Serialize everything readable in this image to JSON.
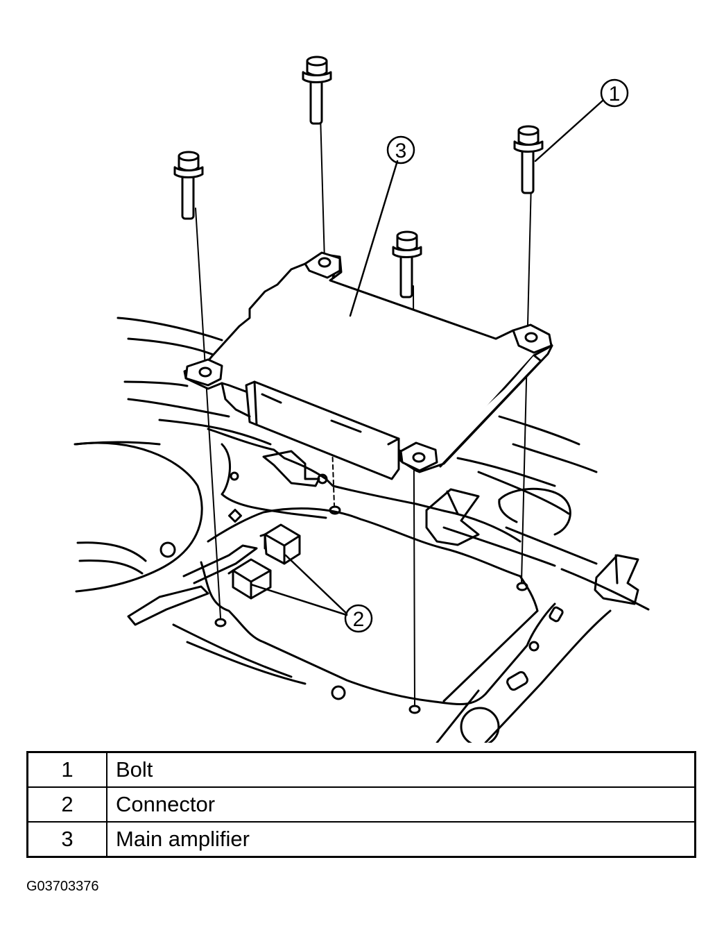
{
  "callouts": [
    {
      "number": "1"
    },
    {
      "number": "2"
    },
    {
      "number": "3"
    }
  ],
  "legend": {
    "rows": [
      {
        "number": "1",
        "label": "Bolt"
      },
      {
        "number": "2",
        "label": "Connector"
      },
      {
        "number": "3",
        "label": "Main amplifier"
      }
    ]
  },
  "figure_code": "G03703376"
}
